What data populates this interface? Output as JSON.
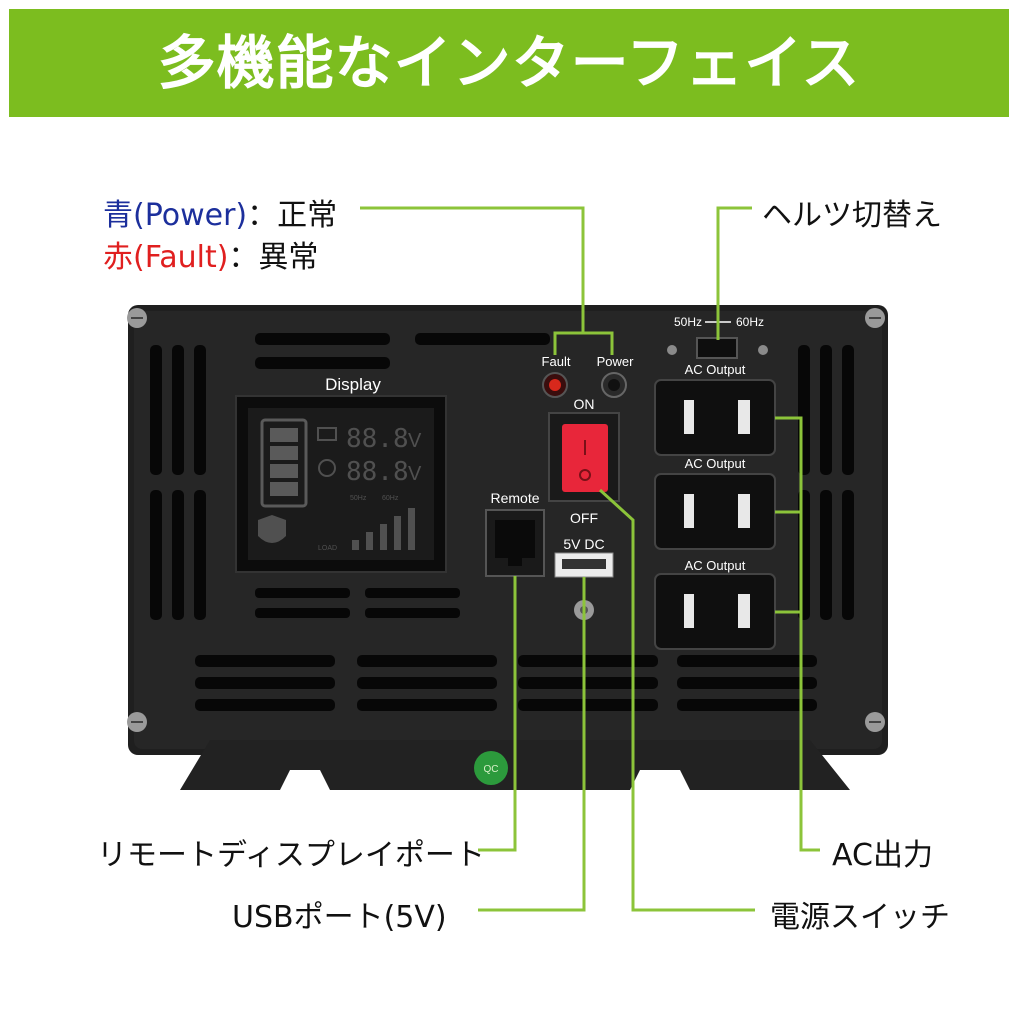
{
  "banner": {
    "title": "多機能なインターフェイス"
  },
  "legend": {
    "power_color_word": "青",
    "power_paren": "(Power)",
    "power_status": "：正常",
    "fault_color_word": "赤",
    "fault_paren": "(Fault)",
    "fault_status": "：異常"
  },
  "callouts": {
    "hz_switch": "ヘルツ切替え",
    "remote_port": "リモートディスプレイポート",
    "usb_port": "USBポート(5V)",
    "ac_output": "AC出力",
    "power_switch": "電源スイッチ"
  },
  "device": {
    "display_label": "Display",
    "display_value_1": "88.8",
    "display_value_2": "88.8",
    "display_unit": "V",
    "fault_label": "Fault",
    "power_label": "Power",
    "on_label": "ON",
    "off_label": "OFF",
    "remote_label": "Remote",
    "usb_label": "5V DC",
    "hz_label_50": "50Hz",
    "hz_label_60": "60Hz",
    "ac_output_label_1": "AC Output",
    "ac_output_label_2": "AC Output",
    "ac_output_label_3": "AC Output",
    "lcd_50hz": "50Hz",
    "lcd_60hz": "60Hz",
    "lcd_load": "LOAD",
    "sticker_text": "QC"
  },
  "colors": {
    "accent_green": "#7cbd1f",
    "line_green": "#8cc43a",
    "power_blue": "#1c2f9c",
    "fault_red": "#e01f1f",
    "switch_red": "#e8263a"
  }
}
